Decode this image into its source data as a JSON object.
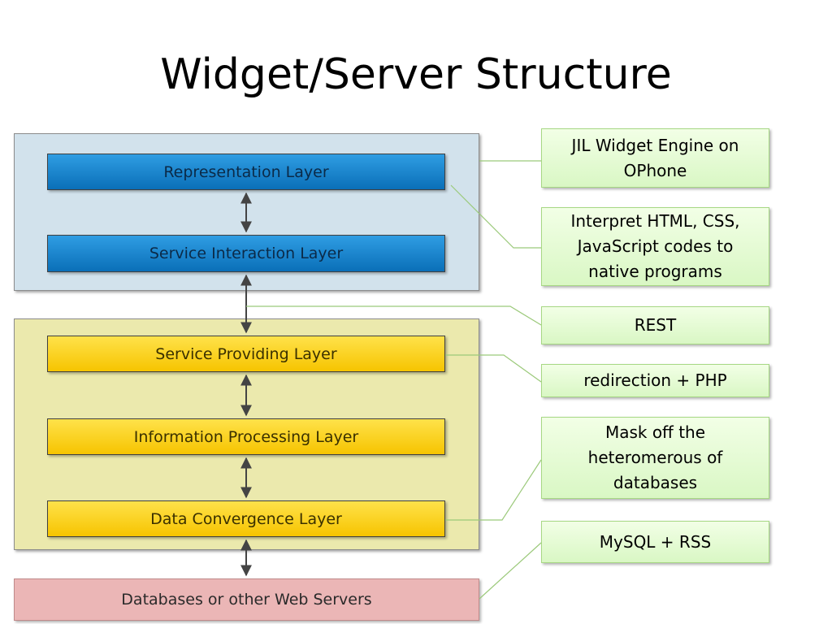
{
  "title": "Widget/Server Structure",
  "colors": {
    "client_group_bg": "#d2e2ec",
    "server_group_bg": "#ebe9ad",
    "layer_blue": "#1a80cc",
    "layer_yellow": "#ffd21a",
    "layer_pink": "#ebb6b6",
    "note_green": "#e4fbd4",
    "connector_line": "#9bc97a",
    "arrow": "#444444"
  },
  "layers": {
    "representation": "Representation Layer",
    "service_interaction": "Service Interaction Layer",
    "service_providing": "Service Providing Layer",
    "information_processing": "Information Processing Layer",
    "data_convergence": "Data Convergence Layer",
    "databases": "Databases or other Web Servers"
  },
  "notes": {
    "jil_engine": [
      "JIL Widget Engine on",
      "OPhone"
    ],
    "interpret": [
      "Interpret HTML, CSS,",
      "JavaScript codes to",
      "native programs"
    ],
    "rest": [
      "REST"
    ],
    "redirection": [
      "redirection + PHP"
    ],
    "mask_off": [
      "Mask off the",
      "heteromerous of",
      "databases"
    ],
    "mysql": [
      "MySQL + RSS"
    ]
  }
}
